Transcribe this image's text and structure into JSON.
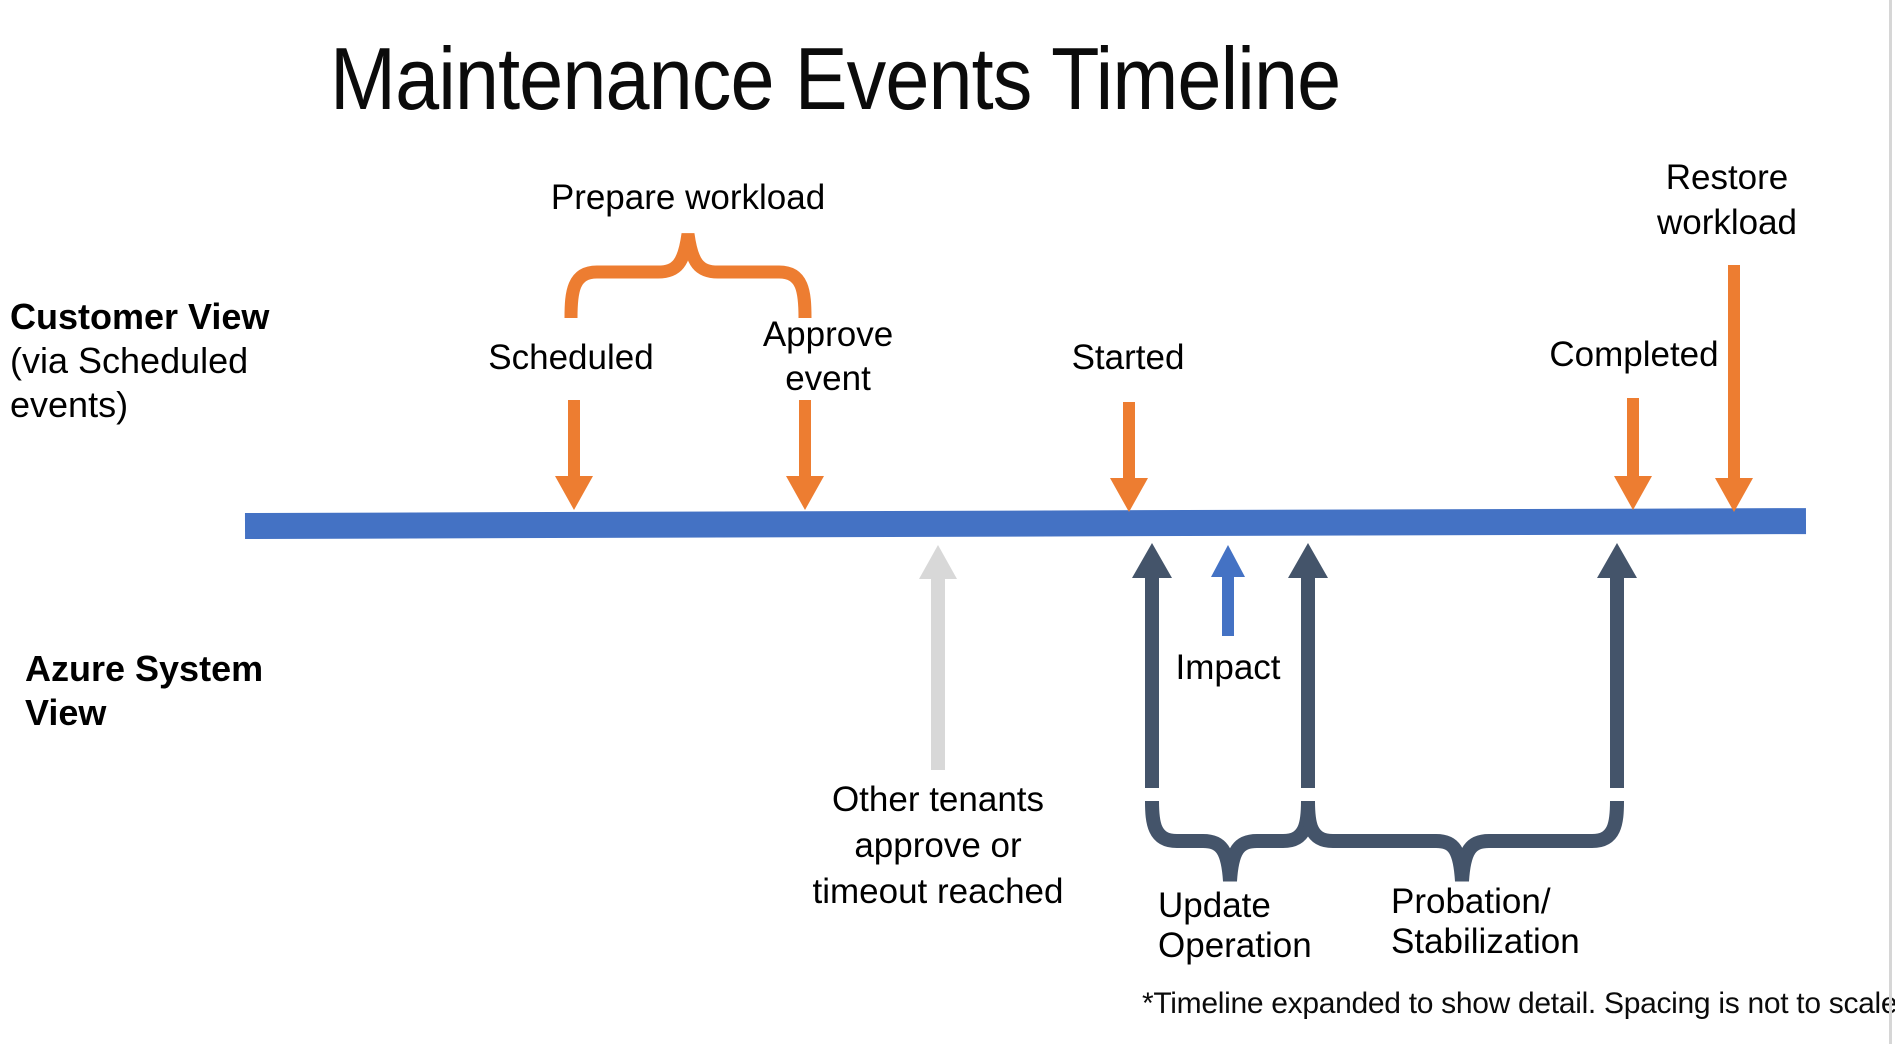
{
  "title": "Maintenance Events Timeline",
  "colors": {
    "orange": "#ED7D31",
    "bar_blue": "#4472C4",
    "impact_blue": "#4472C4",
    "navy": "#44546A",
    "gray": "#D8D8D8"
  },
  "left_labels": {
    "customer_view_line1": "Customer View",
    "customer_view_line2": "(via Scheduled",
    "customer_view_line3": "events)",
    "azure_view_line1": "Azure System",
    "azure_view_line2": "View"
  },
  "customer_events": {
    "prepare_workload": "Prepare workload",
    "scheduled": "Scheduled",
    "approve_line1": "Approve",
    "approve_line2": "event",
    "started": "Started",
    "completed": "Completed",
    "restore_line1": "Restore",
    "restore_line2": "workload"
  },
  "system_events": {
    "other_tenants_line1": "Other tenants",
    "other_tenants_line2": "approve or",
    "other_tenants_line3": "timeout reached",
    "impact": "Impact",
    "update_line1": "Update",
    "update_line2": "Operation",
    "probation_line1": "Probation/",
    "probation_line2": "Stabilization"
  },
  "footnote": "*Timeline expanded to show detail. Spacing is not to scale"
}
